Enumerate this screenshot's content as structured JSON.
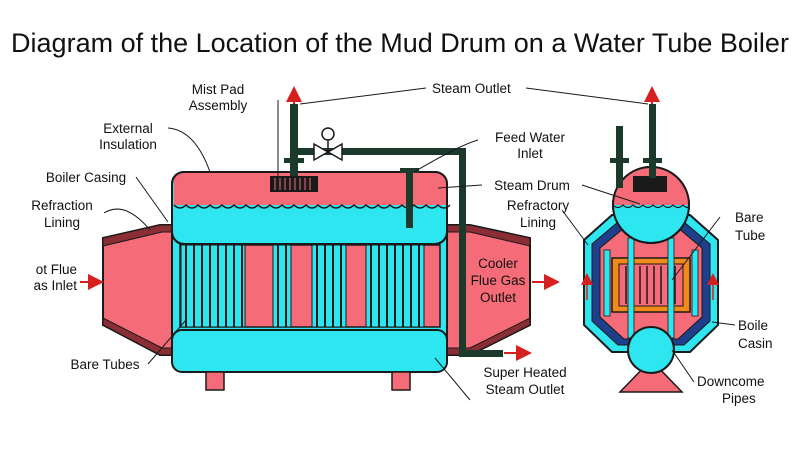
{
  "title": "Diagram of the Location of the Mud Drum on a Water Tube Boiler",
  "labels": {
    "steam_outlet": "Steam Outlet",
    "mist_pad_1": "Mist Pad",
    "mist_pad_2": "Assembly",
    "external_insulation_1": "External",
    "external_insulation_2": "Insulation",
    "feed_water_1": "Feed Water",
    "feed_water_2": "Inlet",
    "boiler_casing": "Boiler Casing",
    "steam_drum": "Steam Drum",
    "refraction_lining_1": "Refraction",
    "refraction_lining_2": "Lining",
    "refractory_lining_1": "Refractory",
    "refractory_lining_2": "Lining",
    "hot_flue_1": "ot Flue",
    "hot_flue_2": "as Inlet",
    "cooler_flue_1": "Cooler",
    "cooler_flue_2": "Flue Gas",
    "cooler_flue_3": "Outlet",
    "bare_tubes_left": "Bare Tubes",
    "bare_tubes_right_1": "Bare",
    "bare_tubes_right_2": "Tube",
    "boiler_casing_right_1": "Boile",
    "boiler_casing_right_2": "Casin",
    "superheated_1": "Super Heated",
    "superheated_2": "Steam Outlet",
    "downcomer_1": "Downcome",
    "downcomer_2": "Pipes"
  },
  "colors": {
    "hot_red": "#f56b78",
    "water_cyan": "#2de6f0",
    "outline": "#1a1a1a",
    "pipe_dark": "#1c3a2c",
    "arrow_red": "#d61f1f",
    "casing_dark": "#8a2d35",
    "frame_orange": "#f08a1a"
  }
}
